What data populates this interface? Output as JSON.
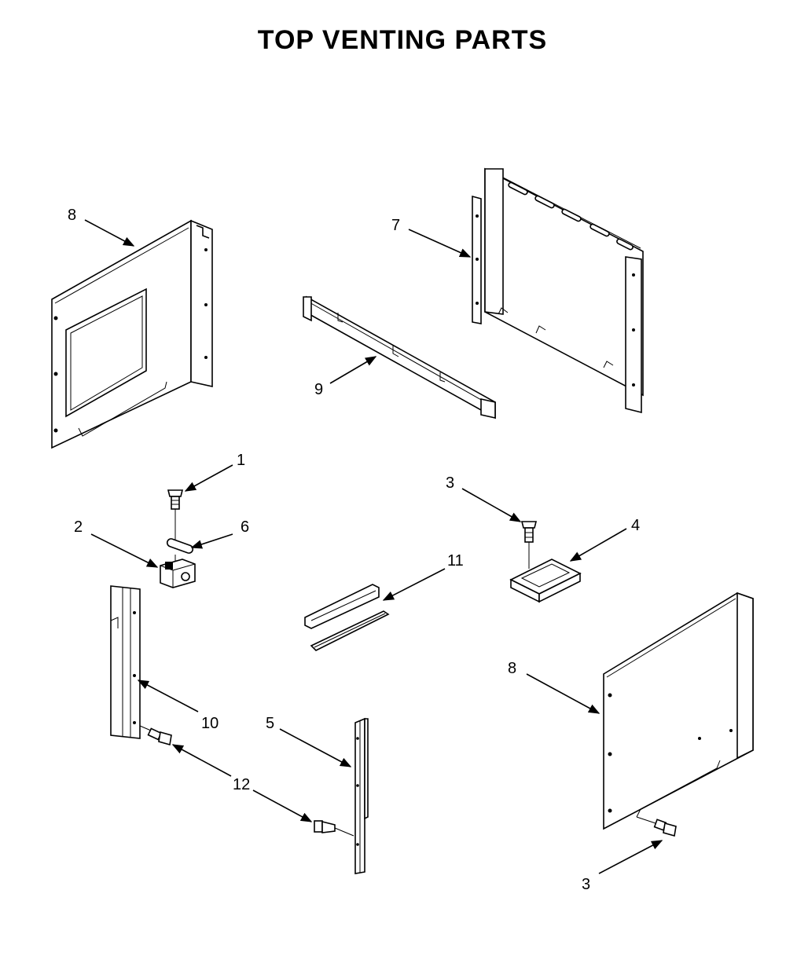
{
  "title": "TOP VENTING PARTS",
  "callouts": {
    "c1": "1",
    "c2": "2",
    "c3a": "3",
    "c3b": "3",
    "c4": "4",
    "c5": "5",
    "c6": "6",
    "c7": "7",
    "c8a": "8",
    "c8b": "8",
    "c9": "9",
    "c10": "10",
    "c11": "11",
    "c12": "12"
  }
}
